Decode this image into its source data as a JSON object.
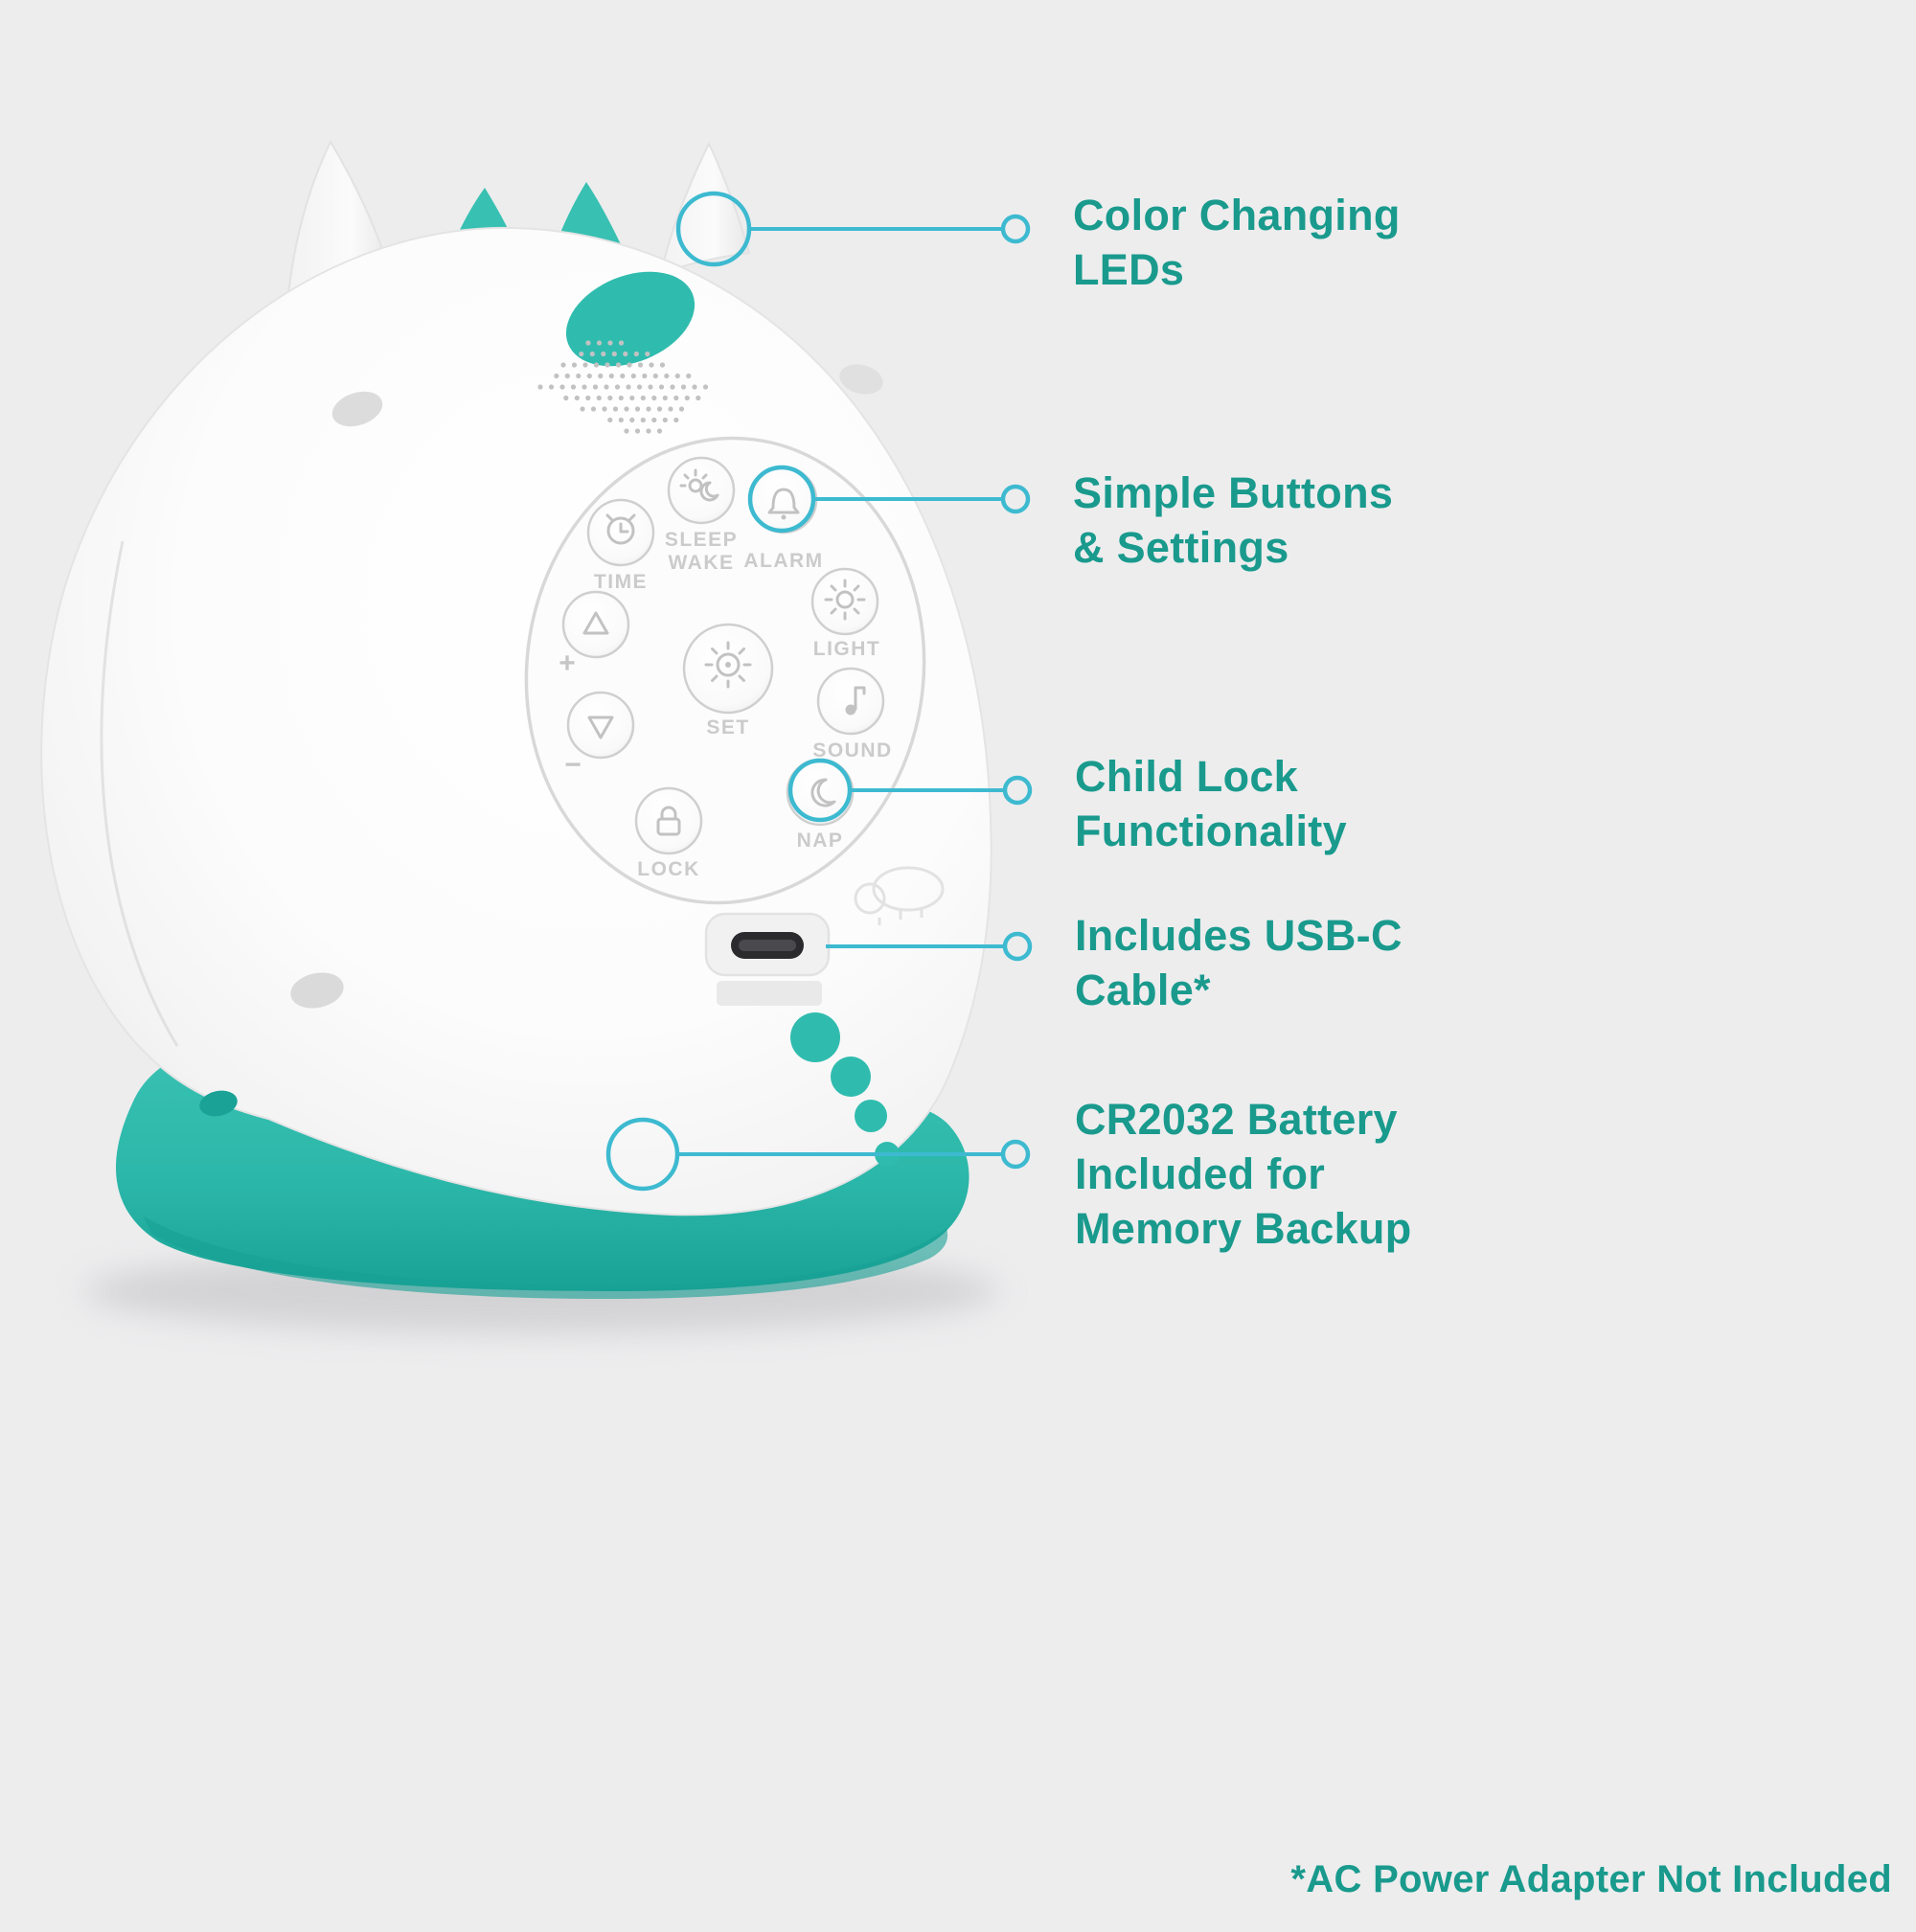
{
  "palette": {
    "background": "#ededee",
    "device_white": "#fbfbfb",
    "device_teal": "#2fbcae",
    "device_teal_dark": "#17a094",
    "callout_line": "#3dbad0",
    "heading_text": "#199a8d",
    "panel_outline": "#d8d8d9",
    "button_label": "#cbcbcc"
  },
  "callouts": [
    {
      "label": "Color Changing\nLEDs"
    },
    {
      "label": "Simple Buttons\n& Settings"
    },
    {
      "label": "Child Lock\nFunctionality"
    },
    {
      "label": "Includes USB-C\nCable*"
    },
    {
      "label": "CR2032 Battery\nIncluded for\nMemory Backup"
    }
  ],
  "footnote": "*AC Power Adapter Not Included",
  "device": {
    "buttons": {
      "time": "TIME",
      "sleep": "SLEEP",
      "wake": "WAKE",
      "alarm": "ALARM",
      "light": "LIGHT",
      "sound": "SOUND",
      "set": "SET",
      "plus": "+",
      "minus": "−",
      "lock": "LOCK",
      "nap": "NAP"
    }
  }
}
